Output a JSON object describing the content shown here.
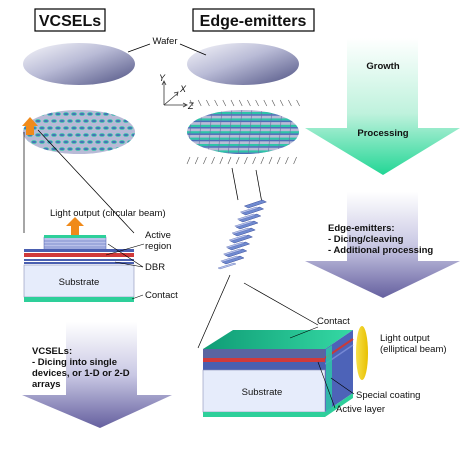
{
  "titles": {
    "vcsels": "VCSELs",
    "edge_emitters": "Edge-emitters"
  },
  "labels": {
    "wafer": "Wafer",
    "axis_y": "Y",
    "axis_x": "X",
    "axis_z": "Z",
    "light_output_vcsel": "Light output (circular beam)",
    "active_region_line1": "Active",
    "active_region_line2": "region",
    "dbr": "DBR",
    "substrate_vcsel": "Substrate",
    "contact_vcsel": "Contact",
    "contact_edge": "Contact",
    "light_output_edge_line1": "Light output",
    "light_output_edge_line2": "(elliptical beam)",
    "special_coating": "Special coating",
    "active_layer": "Active layer",
    "substrate_edge": "Substrate"
  },
  "arrows": {
    "growth": "Growth",
    "processing": "Processing",
    "edge_title": "Edge-emitters:",
    "edge_step1": "- Dicing/cleaving",
    "edge_step2": "- Additional processing",
    "vcsel_title": "VCSELs:",
    "vcsel_step1": "- Dicing into single",
    "vcsel_step2": "devices, or 1-D or 2-D",
    "vcsel_step3": "arrays"
  },
  "colors": {
    "wafer_light": "#f2f2f8",
    "wafer_dark": "#5a5d8c",
    "die_blue": "#4a6fb8",
    "die_teal": "#2ec4a8",
    "contact_green": "#2ecf9a",
    "dbr_blue": "#4a5fb0",
    "active_red": "#d03a3a",
    "substrate": "#e6ecfb",
    "arrow_green": "#2bd69a",
    "arrow_purple": "#6b66aa",
    "output_arrow": "#f08a1a",
    "beam_yellow": "#f2d21a"
  }
}
